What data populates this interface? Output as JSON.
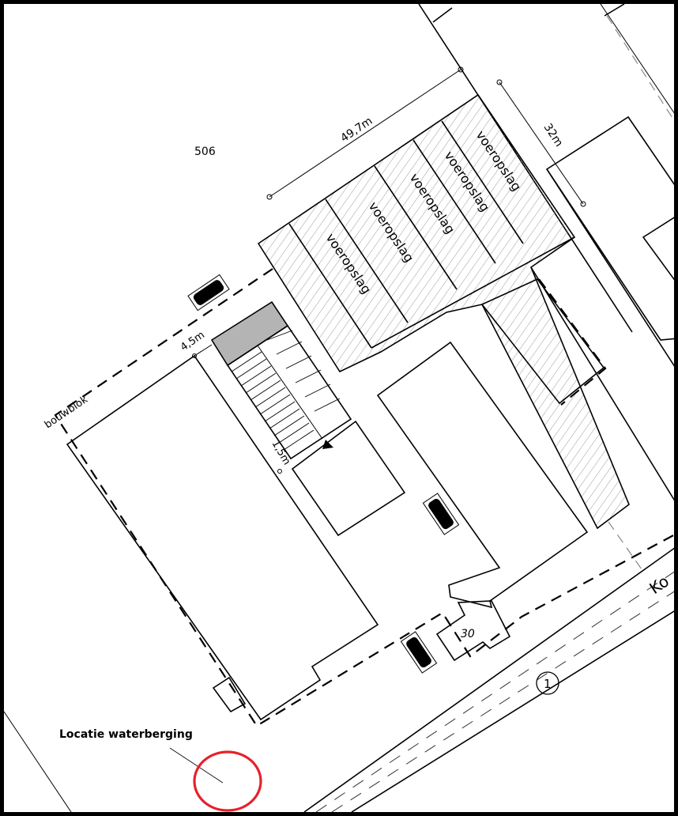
{
  "drawing": {
    "plot_number": "506",
    "dimensions": {
      "length": "49,7m",
      "width": "32m",
      "offset_bouwblok": "4,5m",
      "offset_side": "1,5m"
    },
    "bouwblok_label": "bouwblok",
    "storage_labels": [
      "voeropslag",
      "voeropslag",
      "voeropslag",
      "voeropslag",
      "voeropslag"
    ],
    "house_number": "30",
    "road_marker": "1",
    "street_label_partial": "Ko",
    "annotation": {
      "label": "Locatie waterberging",
      "circle_color": "#e8202a"
    },
    "colors": {
      "background": "#ffffff",
      "frame": "#000000",
      "grey_fill": "#b4b4b4",
      "hatch": "#9a9a9a"
    }
  }
}
